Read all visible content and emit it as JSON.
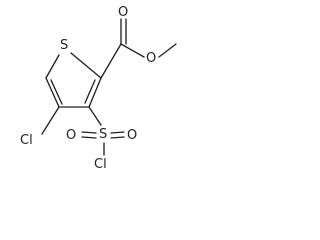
{
  "molecule": {
    "atoms": {
      "sulfur_ring": "S",
      "carbonyl_oxygen": "O",
      "ester_oxygen": "O",
      "chlorine_ring": "Cl",
      "sulfonyl_sulfur": "S",
      "sulfonyl_oxygen_left": "O",
      "sulfonyl_oxygen_right": "O",
      "sulfonyl_chlorine": "Cl"
    }
  }
}
